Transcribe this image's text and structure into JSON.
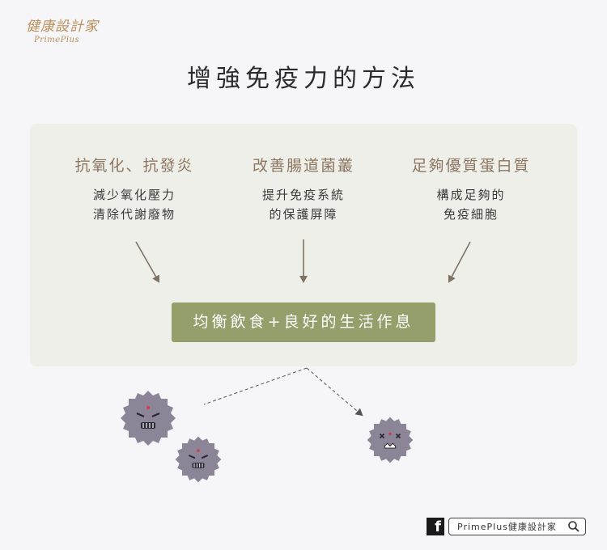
{
  "logo": {
    "main": "健康設計家",
    "sub": "PrimePlus"
  },
  "title": "增強免疫力的方法",
  "columns": [
    {
      "heading": "抗氧化、抗發炎",
      "lines": [
        "減少氧化壓力",
        "清除代謝廢物"
      ]
    },
    {
      "heading": "改善腸道菌叢",
      "lines": [
        "提升免疫系統",
        "的保護屏障"
      ]
    },
    {
      "heading": "足夠優質蛋白質",
      "lines": [
        "構成足夠的",
        "免疫細胞"
      ]
    }
  ],
  "center_label": "均衡飲食+良好的生活作息",
  "footer": {
    "facebook_icon": "f",
    "search_text": "PrimePlus健康設計家"
  },
  "colors": {
    "accent_brown": "#8c7660",
    "pill_green": "#959f6b",
    "panel_bg": "#efefea",
    "virus_purple": "#8c8598"
  }
}
